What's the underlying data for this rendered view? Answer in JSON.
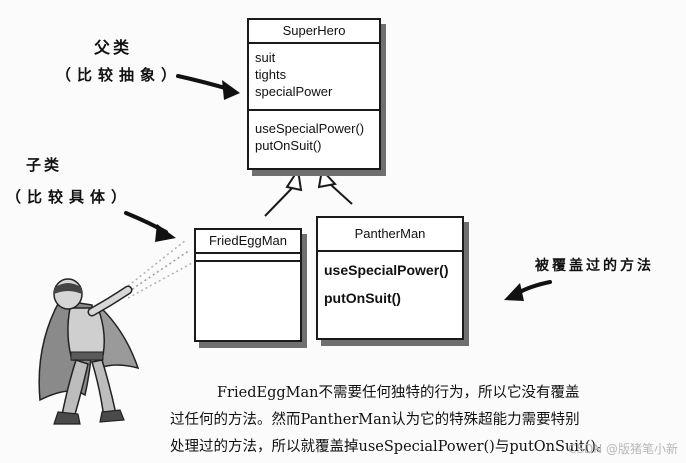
{
  "superhero": {
    "name": "SuperHero",
    "attributes": [
      "suit",
      "tights",
      "specialPower"
    ],
    "methods": [
      "useSpecialPower()",
      "putOnSuit()"
    ]
  },
  "friedeggman": {
    "name": "FriedEggMan"
  },
  "pantherman": {
    "name": "PantherMan",
    "methods": [
      "useSpecialPower()",
      "putOnSuit()"
    ]
  },
  "labels": {
    "parent_title": "父类",
    "parent_sub": "（比较抽象）",
    "child_title": "子类",
    "child_sub": "（比较具体）",
    "override": "被覆盖过的方法"
  },
  "caption": [
    "FriedEggMan不需要任何独特的行为，所以它没有覆盖",
    "过任何的方法。然而PantherMan认为它的特殊超能力需要特别",
    "处理过的方法，所以就覆盖掉useSpecialPower()与putOnSuit()。"
  ],
  "watermark": "CSDN @版猪笔小新",
  "icons": {
    "hero": "superhero-figure-icon"
  },
  "colors": {
    "ink": "#1a1a1a",
    "shadow": "#6f6f6f",
    "watermark": "#b8b8b8"
  }
}
